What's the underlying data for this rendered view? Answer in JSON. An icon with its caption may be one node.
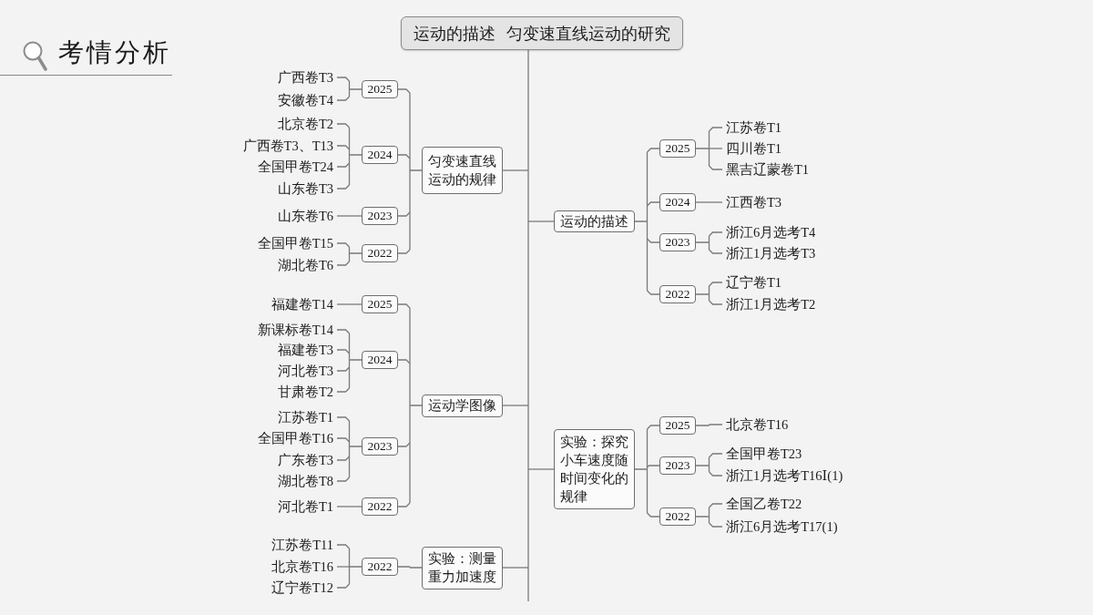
{
  "diagram": {
    "title": "考情分析",
    "nodes": [
      {
        "text": [
          "运动的描述  匀变速直线运动的研究"
        ]
      },
      {
        "text": [
          "匀变速直线运动的规律"
        ]
      },
      {
        "text": [
          "2025"
        ]
      },
      {
        "text": [
          "广西卷T3"
        ]
      },
      {
        "text": [
          "安徽卷T4"
        ]
      },
      {
        "text": [
          "2024"
        ]
      },
      {
        "text": [
          "北京卷T2"
        ]
      },
      {
        "text": [
          "广西卷T3、T13"
        ]
      },
      {
        "text": [
          "全国甲卷T24"
        ]
      },
      {
        "text": [
          "山东卷T3"
        ]
      },
      {
        "text": [
          "2023"
        ]
      },
      {
        "text": [
          "山东卷T6"
        ]
      },
      {
        "text": [
          "2022"
        ]
      },
      {
        "text": [
          "全国甲卷T15"
        ]
      },
      {
        "text": [
          "湖北卷T6"
        ]
      },
      {
        "text": [
          "运动学图像"
        ]
      },
      {
        "text": [
          "2025"
        ]
      },
      {
        "text": [
          "福建卷T14"
        ]
      },
      {
        "text": [
          "2024"
        ]
      },
      {
        "text": [
          "新课标卷T14"
        ]
      },
      {
        "text": [
          "福建卷T3"
        ]
      },
      {
        "text": [
          "河北卷T3"
        ]
      },
      {
        "text": [
          "甘肃卷T2"
        ]
      },
      {
        "text": [
          "2023"
        ]
      },
      {
        "text": [
          "江苏卷T1"
        ]
      },
      {
        "text": [
          "全国甲卷T16"
        ]
      },
      {
        "text": [
          "广东卷T3"
        ]
      },
      {
        "text": [
          "湖北卷T8"
        ]
      },
      {
        "text": [
          "2022"
        ]
      },
      {
        "text": [
          "河北卷T1"
        ]
      },
      {
        "text": [
          "实验：测量重力加速度"
        ]
      },
      {
        "text": [
          "2022"
        ]
      },
      {
        "text": [
          "江苏卷T11"
        ]
      },
      {
        "text": [
          "北京卷T16"
        ]
      },
      {
        "text": [
          "辽宁卷T12"
        ]
      },
      {
        "text": [
          "运动的描述"
        ]
      },
      {
        "text": [
          "2025"
        ]
      },
      {
        "text": [
          "江苏卷T1"
        ]
      },
      {
        "text": [
          "四川卷T1"
        ]
      },
      {
        "text": [
          "黑吉辽蒙卷T1"
        ]
      },
      {
        "text": [
          "2024"
        ]
      },
      {
        "text": [
          "江西卷T3"
        ]
      },
      {
        "text": [
          "2023"
        ]
      },
      {
        "text": [
          "浙江6月选考T4"
        ]
      },
      {
        "text": [
          "浙江1月选考T3"
        ]
      },
      {
        "text": [
          "2022"
        ]
      },
      {
        "text": [
          "辽宁卷T1"
        ]
      },
      {
        "text": [
          "浙江1月选考T2"
        ]
      },
      {
        "text": [
          "实验：探究小车速度随时间变化的规律"
        ]
      },
      {
        "text": [
          "2025"
        ]
      },
      {
        "text": [
          "北京卷T16"
        ]
      },
      {
        "text": [
          "2023"
        ]
      },
      {
        "text": [
          "全国甲卷T23"
        ]
      },
      {
        "text": [
          "浙江1月选考T16Ⅰ(1)"
        ]
      },
      {
        "text": [
          "2022"
        ]
      },
      {
        "text": [
          "全国乙卷T22"
        ]
      },
      {
        "text": [
          "浙江6月选考T17(1)"
        ]
      }
    ],
    "edges": [
      {
        "from": 0,
        "to": 1,
        "arrow": "none"
      },
      {
        "from": 0,
        "to": 15,
        "arrow": "none"
      },
      {
        "from": 0,
        "to": 30,
        "arrow": "none"
      },
      {
        "from": 0,
        "to": 35,
        "arrow": "none"
      },
      {
        "from": 0,
        "to": 48,
        "arrow": "none"
      },
      {
        "from": 1,
        "to": 2,
        "arrow": "none"
      },
      {
        "from": 1,
        "to": 5,
        "arrow": "none"
      },
      {
        "from": 1,
        "to": 10,
        "arrow": "none"
      },
      {
        "from": 1,
        "to": 12,
        "arrow": "none"
      },
      {
        "from": 2,
        "to": 3,
        "arrow": "none"
      },
      {
        "from": 2,
        "to": 4,
        "arrow": "none"
      },
      {
        "from": 5,
        "to": 6,
        "arrow": "none"
      },
      {
        "from": 5,
        "to": 7,
        "arrow": "none"
      },
      {
        "from": 5,
        "to": 8,
        "arrow": "none"
      },
      {
        "from": 5,
        "to": 9,
        "arrow": "none"
      },
      {
        "from": 10,
        "to": 11,
        "arrow": "none"
      },
      {
        "from": 12,
        "to": 13,
        "arrow": "none"
      },
      {
        "from": 12,
        "to": 14,
        "arrow": "none"
      },
      {
        "from": 15,
        "to": 16,
        "arrow": "none"
      },
      {
        "from": 15,
        "to": 18,
        "arrow": "none"
      },
      {
        "from": 15,
        "to": 23,
        "arrow": "none"
      },
      {
        "from": 15,
        "to": 28,
        "arrow": "none"
      },
      {
        "from": 16,
        "to": 17,
        "arrow": "none"
      },
      {
        "from": 18,
        "to": 19,
        "arrow": "none"
      },
      {
        "from": 18,
        "to": 20,
        "arrow": "none"
      },
      {
        "from": 18,
        "to": 21,
        "arrow": "none"
      },
      {
        "from": 18,
        "to": 22,
        "arrow": "none"
      },
      {
        "from": 23,
        "to": 24,
        "arrow": "none"
      },
      {
        "from": 23,
        "to": 25,
        "arrow": "none"
      },
      {
        "from": 23,
        "to": 26,
        "arrow": "none"
      },
      {
        "from": 23,
        "to": 27,
        "arrow": "none"
      },
      {
        "from": 28,
        "to": 29,
        "arrow": "none"
      },
      {
        "from": 30,
        "to": 31,
        "arrow": "none"
      },
      {
        "from": 31,
        "to": 32,
        "arrow": "none"
      },
      {
        "from": 31,
        "to": 33,
        "arrow": "none"
      },
      {
        "from": 31,
        "to": 34,
        "arrow": "none"
      },
      {
        "from": 35,
        "to": 36,
        "arrow": "none"
      },
      {
        "from": 35,
        "to": 40,
        "arrow": "none"
      },
      {
        "from": 35,
        "to": 42,
        "arrow": "none"
      },
      {
        "from": 35,
        "to": 45,
        "arrow": "none"
      },
      {
        "from": 36,
        "to": 37,
        "arrow": "none"
      },
      {
        "from": 36,
        "to": 38,
        "arrow": "none"
      },
      {
        "from": 36,
        "to": 39,
        "arrow": "none"
      },
      {
        "from": 40,
        "to": 41,
        "arrow": "none"
      },
      {
        "from": 42,
        "to": 43,
        "arrow": "none"
      },
      {
        "from": 42,
        "to": 44,
        "arrow": "none"
      },
      {
        "from": 45,
        "to": 46,
        "arrow": "none"
      },
      {
        "from": 45,
        "to": 47,
        "arrow": "none"
      },
      {
        "from": 48,
        "to": 49,
        "arrow": "none"
      },
      {
        "from": 48,
        "to": 51,
        "arrow": "none"
      },
      {
        "from": 48,
        "to": 54,
        "arrow": "none"
      },
      {
        "from": 49,
        "to": 50,
        "arrow": "none"
      },
      {
        "from": 51,
        "to": 52,
        "arrow": "none"
      },
      {
        "from": 51,
        "to": 53,
        "arrow": "none"
      },
      {
        "from": 54,
        "to": 55,
        "arrow": "none"
      },
      {
        "from": 54,
        "to": 56,
        "arrow": "none"
      }
    ]
  }
}
